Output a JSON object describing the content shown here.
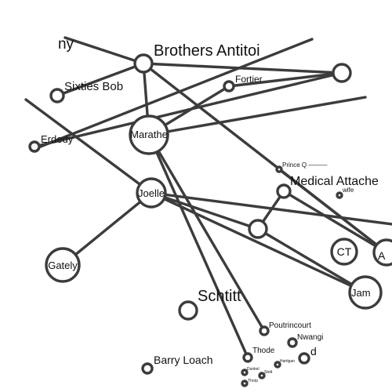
{
  "nodes": [
    {
      "id": "brothers_antitoi",
      "label": "Brothers Antitoi"
    },
    {
      "id": "partial_top",
      "label": "ny"
    },
    {
      "id": "sixties_bob",
      "label": "Sixties Bob"
    },
    {
      "id": "fortier",
      "label": "Fortier"
    },
    {
      "id": "top_right",
      "label": ""
    },
    {
      "id": "marathe",
      "label": "Marathe"
    },
    {
      "id": "erdedy",
      "label": "Erdedy"
    },
    {
      "id": "prince_q",
      "label": "Prince Q ———"
    },
    {
      "id": "medical_attache",
      "label": "Medical Attache"
    },
    {
      "id": "wife",
      "label": "wife"
    },
    {
      "id": "joelle",
      "label": "Joelle"
    },
    {
      "id": "hub",
      "label": ""
    },
    {
      "id": "ct",
      "label": "CT"
    },
    {
      "id": "a_right",
      "label": "A"
    },
    {
      "id": "jam",
      "label": "Jam"
    },
    {
      "id": "gately",
      "label": "Gately"
    },
    {
      "id": "schtitt",
      "label": "Schtitt"
    },
    {
      "id": "poutrincourt",
      "label": "Poutrincourt"
    },
    {
      "id": "thode",
      "label": "Thode"
    },
    {
      "id": "nwangi",
      "label": "Nwangi"
    },
    {
      "id": "d_partial",
      "label": "d"
    },
    {
      "id": "hartigan",
      "label": "Hartigan"
    },
    {
      "id": "barry_loach",
      "label": "Barry Loach"
    },
    {
      "id": "dunkel",
      "label": "Dunkel"
    },
    {
      "id": "stott",
      "label": "Stott"
    },
    {
      "id": "thorp",
      "label": "Thorp"
    }
  ],
  "edges": [
    {
      "source": "partial_top",
      "target": "brothers_antitoi"
    },
    {
      "source": "brothers_antitoi",
      "target": "top_right"
    },
    {
      "source": "brothers_antitoi",
      "target": "sixties_bob"
    },
    {
      "source": "brothers_antitoi",
      "target": "marathe"
    },
    {
      "source": "brothers_antitoi",
      "target": "a_right"
    },
    {
      "source": "fortier",
      "target": "marathe"
    },
    {
      "source": "fortier",
      "target": "top_right"
    },
    {
      "source": "erdedy",
      "target": "top_right"
    },
    {
      "source": "marathe",
      "target": "right_edge"
    },
    {
      "source": "marathe",
      "target": "thode"
    },
    {
      "source": "marathe",
      "target": "poutrincourt"
    },
    {
      "source": "left_edge",
      "target": "joelle"
    },
    {
      "source": "joelle",
      "target": "gately"
    },
    {
      "source": "joelle",
      "target": "hub"
    },
    {
      "source": "joelle",
      "target": "jam"
    },
    {
      "source": "joelle",
      "target": "right_edge_2"
    },
    {
      "source": "hub",
      "target": "medical_attache"
    },
    {
      "source": "hub",
      "target": "jam"
    },
    {
      "source": "medical_attache",
      "target": "a_right"
    },
    {
      "source": "prince_q",
      "target": "a_right"
    }
  ]
}
